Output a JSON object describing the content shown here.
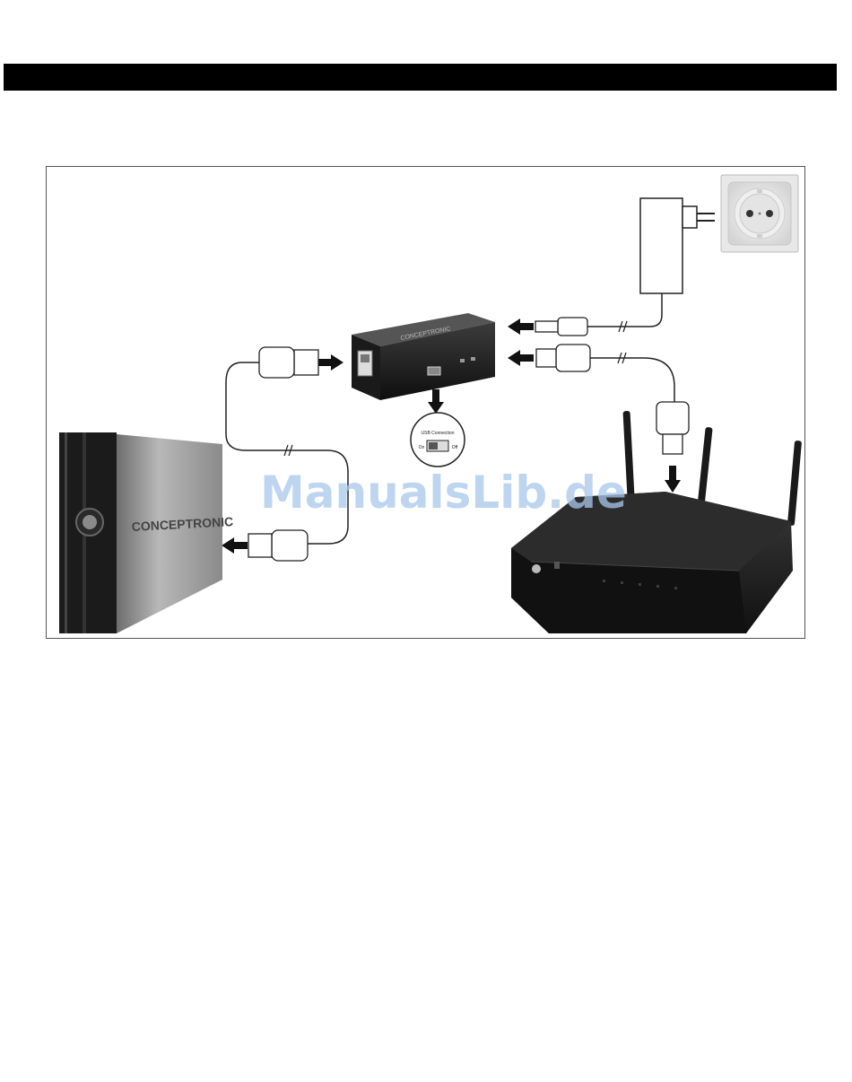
{
  "header": {
    "text": ""
  },
  "diagram": {
    "devices": {
      "nas_adapter": {
        "brand_text": "CONCEPTRONIC"
      },
      "hard_disk": {
        "brand_text": "CONCEPTRONIC"
      },
      "switch_inset": {
        "title": "USB Connection",
        "on_label": "On",
        "off_label": "Off"
      }
    },
    "icons": [
      "wall-socket-icon",
      "power-adapter-icon",
      "usb-plug-icon",
      "ethernet-plug-icon",
      "arrow-icon",
      "cable-break-icon"
    ]
  },
  "watermark": {
    "text": "ManualsLib.de"
  }
}
